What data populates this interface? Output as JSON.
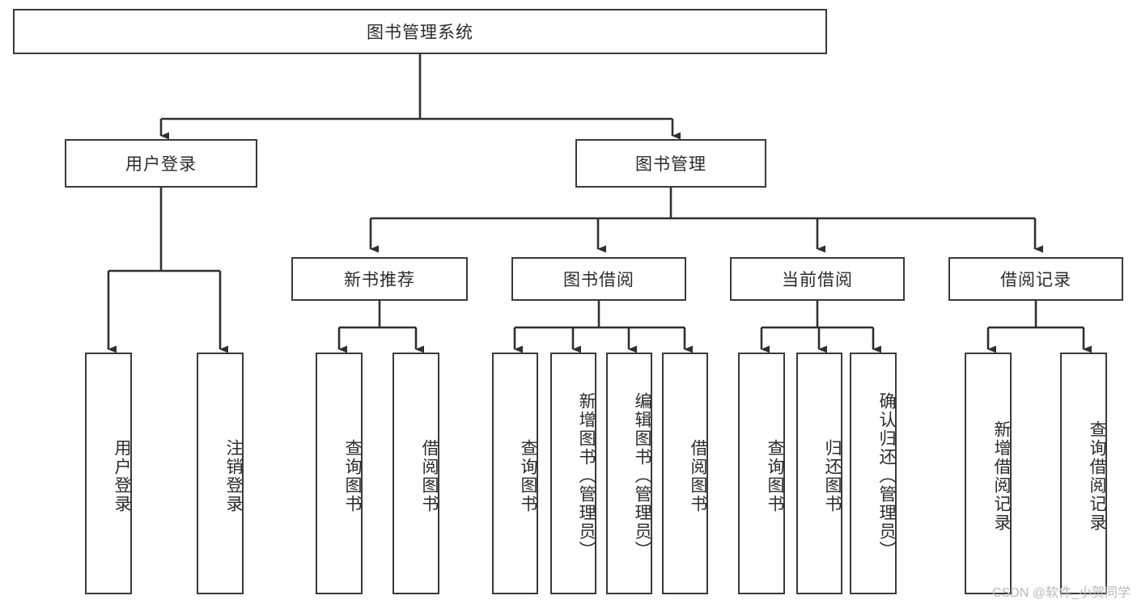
{
  "diagram": {
    "title": "图书管理系统",
    "type": "tree-hierarchy-diagram",
    "colors": {
      "box_border": "#3a3a3a",
      "box_fill": "#ffffff",
      "connector": "#2f2f2f",
      "text": "#2b2b2b",
      "watermark": "#b9b9b9"
    },
    "root": {
      "label": "图书管理系统"
    },
    "level2": [
      {
        "label": "用户登录"
      },
      {
        "label": "图书管理"
      }
    ],
    "level3": [
      {
        "label": "新书推荐"
      },
      {
        "label": "图书借阅"
      },
      {
        "label": "当前借阅"
      },
      {
        "label": "借阅记录"
      }
    ],
    "leaves": {
      "user_login": [
        {
          "label": "用户登录"
        },
        {
          "label": "注销登录"
        }
      ],
      "new_book_recommend": [
        {
          "label": "查询图书"
        },
        {
          "label": "借阅图书"
        }
      ],
      "book_borrow": [
        {
          "label": "查询图书"
        },
        {
          "label": "新增图书（管理员）"
        },
        {
          "label": "编辑图书（管理员）"
        },
        {
          "label": "借阅图书"
        }
      ],
      "current_borrow": [
        {
          "label": "查询图书"
        },
        {
          "label": "归还图书"
        },
        {
          "label": "确认归还（管理员）"
        }
      ],
      "borrow_record": [
        {
          "label": "新增借阅记录"
        },
        {
          "label": "查询借阅记录"
        }
      ]
    }
  },
  "watermark": {
    "text": "CSDN @软件_小贺同学"
  }
}
